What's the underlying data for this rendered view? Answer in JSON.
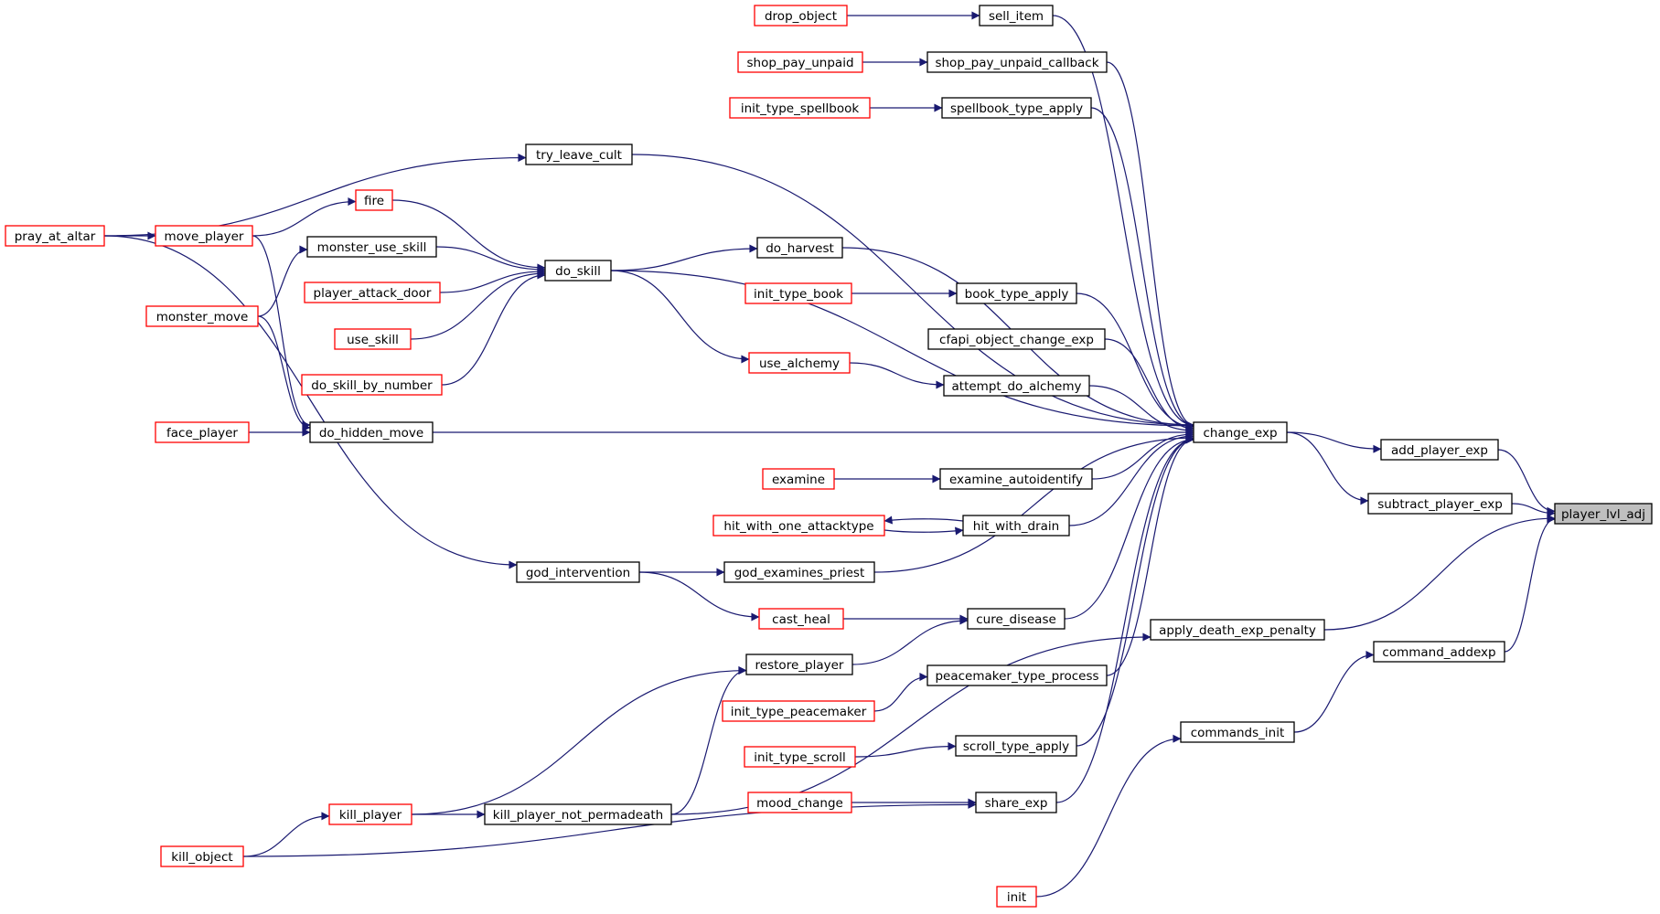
{
  "colors": {
    "edge": "#191970",
    "red_border": "#ff0000",
    "black_border": "#000000",
    "root_fill": "#bfbfbf"
  },
  "nodes": [
    {
      "id": "player_lvl_adj",
      "label": "player_lvl_adj",
      "style": "root"
    },
    {
      "id": "add_player_exp",
      "label": "add_player_exp",
      "style": "black"
    },
    {
      "id": "subtract_player_exp",
      "label": "subtract_player_exp",
      "style": "black"
    },
    {
      "id": "apply_death_exp_penalty",
      "label": "apply_death_exp_penalty",
      "style": "black"
    },
    {
      "id": "command_addexp",
      "label": "command_addexp",
      "style": "black"
    },
    {
      "id": "commands_init",
      "label": "commands_init",
      "style": "black"
    },
    {
      "id": "init",
      "label": "init",
      "style": "red"
    },
    {
      "id": "change_exp",
      "label": "change_exp",
      "style": "black"
    },
    {
      "id": "sell_item",
      "label": "sell_item",
      "style": "black"
    },
    {
      "id": "drop_object",
      "label": "drop_object",
      "style": "red"
    },
    {
      "id": "shop_pay_unpaid_callback",
      "label": "shop_pay_unpaid_callback",
      "style": "black"
    },
    {
      "id": "shop_pay_unpaid",
      "label": "shop_pay_unpaid",
      "style": "red"
    },
    {
      "id": "spellbook_type_apply",
      "label": "spellbook_type_apply",
      "style": "black"
    },
    {
      "id": "init_type_spellbook",
      "label": "init_type_spellbook",
      "style": "red"
    },
    {
      "id": "try_leave_cult",
      "label": "try_leave_cult",
      "style": "black"
    },
    {
      "id": "pray_at_altar",
      "label": "pray_at_altar",
      "style": "red"
    },
    {
      "id": "fire",
      "label": "fire",
      "style": "red"
    },
    {
      "id": "move_player",
      "label": "move_player",
      "style": "red"
    },
    {
      "id": "do_skill",
      "label": "do_skill",
      "style": "black"
    },
    {
      "id": "monster_use_skill",
      "label": "monster_use_skill",
      "style": "black"
    },
    {
      "id": "monster_move",
      "label": "monster_move",
      "style": "red"
    },
    {
      "id": "player_attack_door",
      "label": "player_attack_door",
      "style": "red"
    },
    {
      "id": "use_skill",
      "label": "use_skill",
      "style": "red"
    },
    {
      "id": "do_skill_by_number",
      "label": "do_skill_by_number",
      "style": "red"
    },
    {
      "id": "do_harvest",
      "label": "do_harvest",
      "style": "black"
    },
    {
      "id": "book_type_apply",
      "label": "book_type_apply",
      "style": "black"
    },
    {
      "id": "init_type_book",
      "label": "init_type_book",
      "style": "red"
    },
    {
      "id": "cfapi_object_change_exp",
      "label": "cfapi_object_change_exp",
      "style": "black"
    },
    {
      "id": "use_alchemy",
      "label": "use_alchemy",
      "style": "red"
    },
    {
      "id": "attempt_do_alchemy",
      "label": "attempt_do_alchemy",
      "style": "black"
    },
    {
      "id": "do_hidden_move",
      "label": "do_hidden_move",
      "style": "black"
    },
    {
      "id": "face_player",
      "label": "face_player",
      "style": "red"
    },
    {
      "id": "examine_autoidentify",
      "label": "examine_autoidentify",
      "style": "black"
    },
    {
      "id": "examine",
      "label": "examine",
      "style": "red"
    },
    {
      "id": "hit_with_drain",
      "label": "hit_with_drain",
      "style": "black"
    },
    {
      "id": "hit_with_one_attacktype",
      "label": "hit_with_one_attacktype",
      "style": "red"
    },
    {
      "id": "god_examines_priest",
      "label": "god_examines_priest",
      "style": "black"
    },
    {
      "id": "god_intervention",
      "label": "god_intervention",
      "style": "black"
    },
    {
      "id": "cure_disease",
      "label": "cure_disease",
      "style": "black"
    },
    {
      "id": "cast_heal",
      "label": "cast_heal",
      "style": "red"
    },
    {
      "id": "restore_player",
      "label": "restore_player",
      "style": "black"
    },
    {
      "id": "peacemaker_type_process",
      "label": "peacemaker_type_process",
      "style": "black"
    },
    {
      "id": "init_type_peacemaker",
      "label": "init_type_peacemaker",
      "style": "red"
    },
    {
      "id": "scroll_type_apply",
      "label": "scroll_type_apply",
      "style": "black"
    },
    {
      "id": "init_type_scroll",
      "label": "init_type_scroll",
      "style": "red"
    },
    {
      "id": "share_exp",
      "label": "share_exp",
      "style": "black"
    },
    {
      "id": "mood_change",
      "label": "mood_change",
      "style": "red"
    },
    {
      "id": "kill_player_not_permadeath",
      "label": "kill_player_not_permadeath",
      "style": "black"
    },
    {
      "id": "kill_player",
      "label": "kill_player",
      "style": "red"
    },
    {
      "id": "kill_object",
      "label": "kill_object",
      "style": "red"
    }
  ],
  "edges": [
    [
      "add_player_exp",
      "player_lvl_adj"
    ],
    [
      "subtract_player_exp",
      "player_lvl_adj"
    ],
    [
      "apply_death_exp_penalty",
      "player_lvl_adj"
    ],
    [
      "command_addexp",
      "player_lvl_adj"
    ],
    [
      "commands_init",
      "command_addexp"
    ],
    [
      "init",
      "commands_init"
    ],
    [
      "change_exp",
      "add_player_exp"
    ],
    [
      "change_exp",
      "subtract_player_exp"
    ],
    [
      "kill_player_not_permadeath",
      "apply_death_exp_penalty"
    ],
    [
      "sell_item",
      "change_exp"
    ],
    [
      "shop_pay_unpaid_callback",
      "change_exp"
    ],
    [
      "spellbook_type_apply",
      "change_exp"
    ],
    [
      "try_leave_cult",
      "change_exp"
    ],
    [
      "do_skill",
      "change_exp"
    ],
    [
      "do_harvest",
      "change_exp"
    ],
    [
      "book_type_apply",
      "change_exp"
    ],
    [
      "cfapi_object_change_exp",
      "change_exp"
    ],
    [
      "attempt_do_alchemy",
      "change_exp"
    ],
    [
      "do_hidden_move",
      "change_exp"
    ],
    [
      "examine_autoidentify",
      "change_exp"
    ],
    [
      "hit_with_drain",
      "change_exp"
    ],
    [
      "god_examines_priest",
      "change_exp"
    ],
    [
      "cure_disease",
      "change_exp"
    ],
    [
      "peacemaker_type_process",
      "change_exp"
    ],
    [
      "scroll_type_apply",
      "change_exp"
    ],
    [
      "share_exp",
      "change_exp"
    ],
    [
      "drop_object",
      "sell_item"
    ],
    [
      "shop_pay_unpaid",
      "shop_pay_unpaid_callback"
    ],
    [
      "init_type_spellbook",
      "spellbook_type_apply"
    ],
    [
      "pray_at_altar",
      "try_leave_cult"
    ],
    [
      "fire",
      "do_skill"
    ],
    [
      "monster_use_skill",
      "do_skill"
    ],
    [
      "player_attack_door",
      "do_skill"
    ],
    [
      "use_skill",
      "do_skill"
    ],
    [
      "do_skill_by_number",
      "do_skill"
    ],
    [
      "move_player",
      "fire"
    ],
    [
      "pray_at_altar",
      "move_player"
    ],
    [
      "monster_move",
      "monster_use_skill"
    ],
    [
      "do_skill",
      "do_harvest"
    ],
    [
      "init_type_book",
      "book_type_apply"
    ],
    [
      "do_skill",
      "use_alchemy"
    ],
    [
      "use_alchemy",
      "attempt_do_alchemy"
    ],
    [
      "move_player",
      "do_hidden_move"
    ],
    [
      "monster_move",
      "do_hidden_move"
    ],
    [
      "face_player",
      "do_hidden_move"
    ],
    [
      "examine",
      "examine_autoidentify"
    ],
    [
      "hit_with_one_attacktype",
      "hit_with_drain"
    ],
    [
      "hit_with_drain",
      "hit_with_one_attacktype"
    ],
    [
      "god_intervention",
      "god_examines_priest"
    ],
    [
      "pray_at_altar",
      "god_intervention"
    ],
    [
      "god_intervention",
      "cast_heal"
    ],
    [
      "cast_heal",
      "cure_disease"
    ],
    [
      "restore_player",
      "cure_disease"
    ],
    [
      "kill_player",
      "restore_player"
    ],
    [
      "kill_player_not_permadeath",
      "restore_player"
    ],
    [
      "init_type_peacemaker",
      "peacemaker_type_process"
    ],
    [
      "init_type_scroll",
      "scroll_type_apply"
    ],
    [
      "mood_change",
      "share_exp"
    ],
    [
      "kill_object",
      "share_exp"
    ],
    [
      "kill_player",
      "kill_player_not_permadeath"
    ],
    [
      "kill_object",
      "kill_player"
    ]
  ]
}
